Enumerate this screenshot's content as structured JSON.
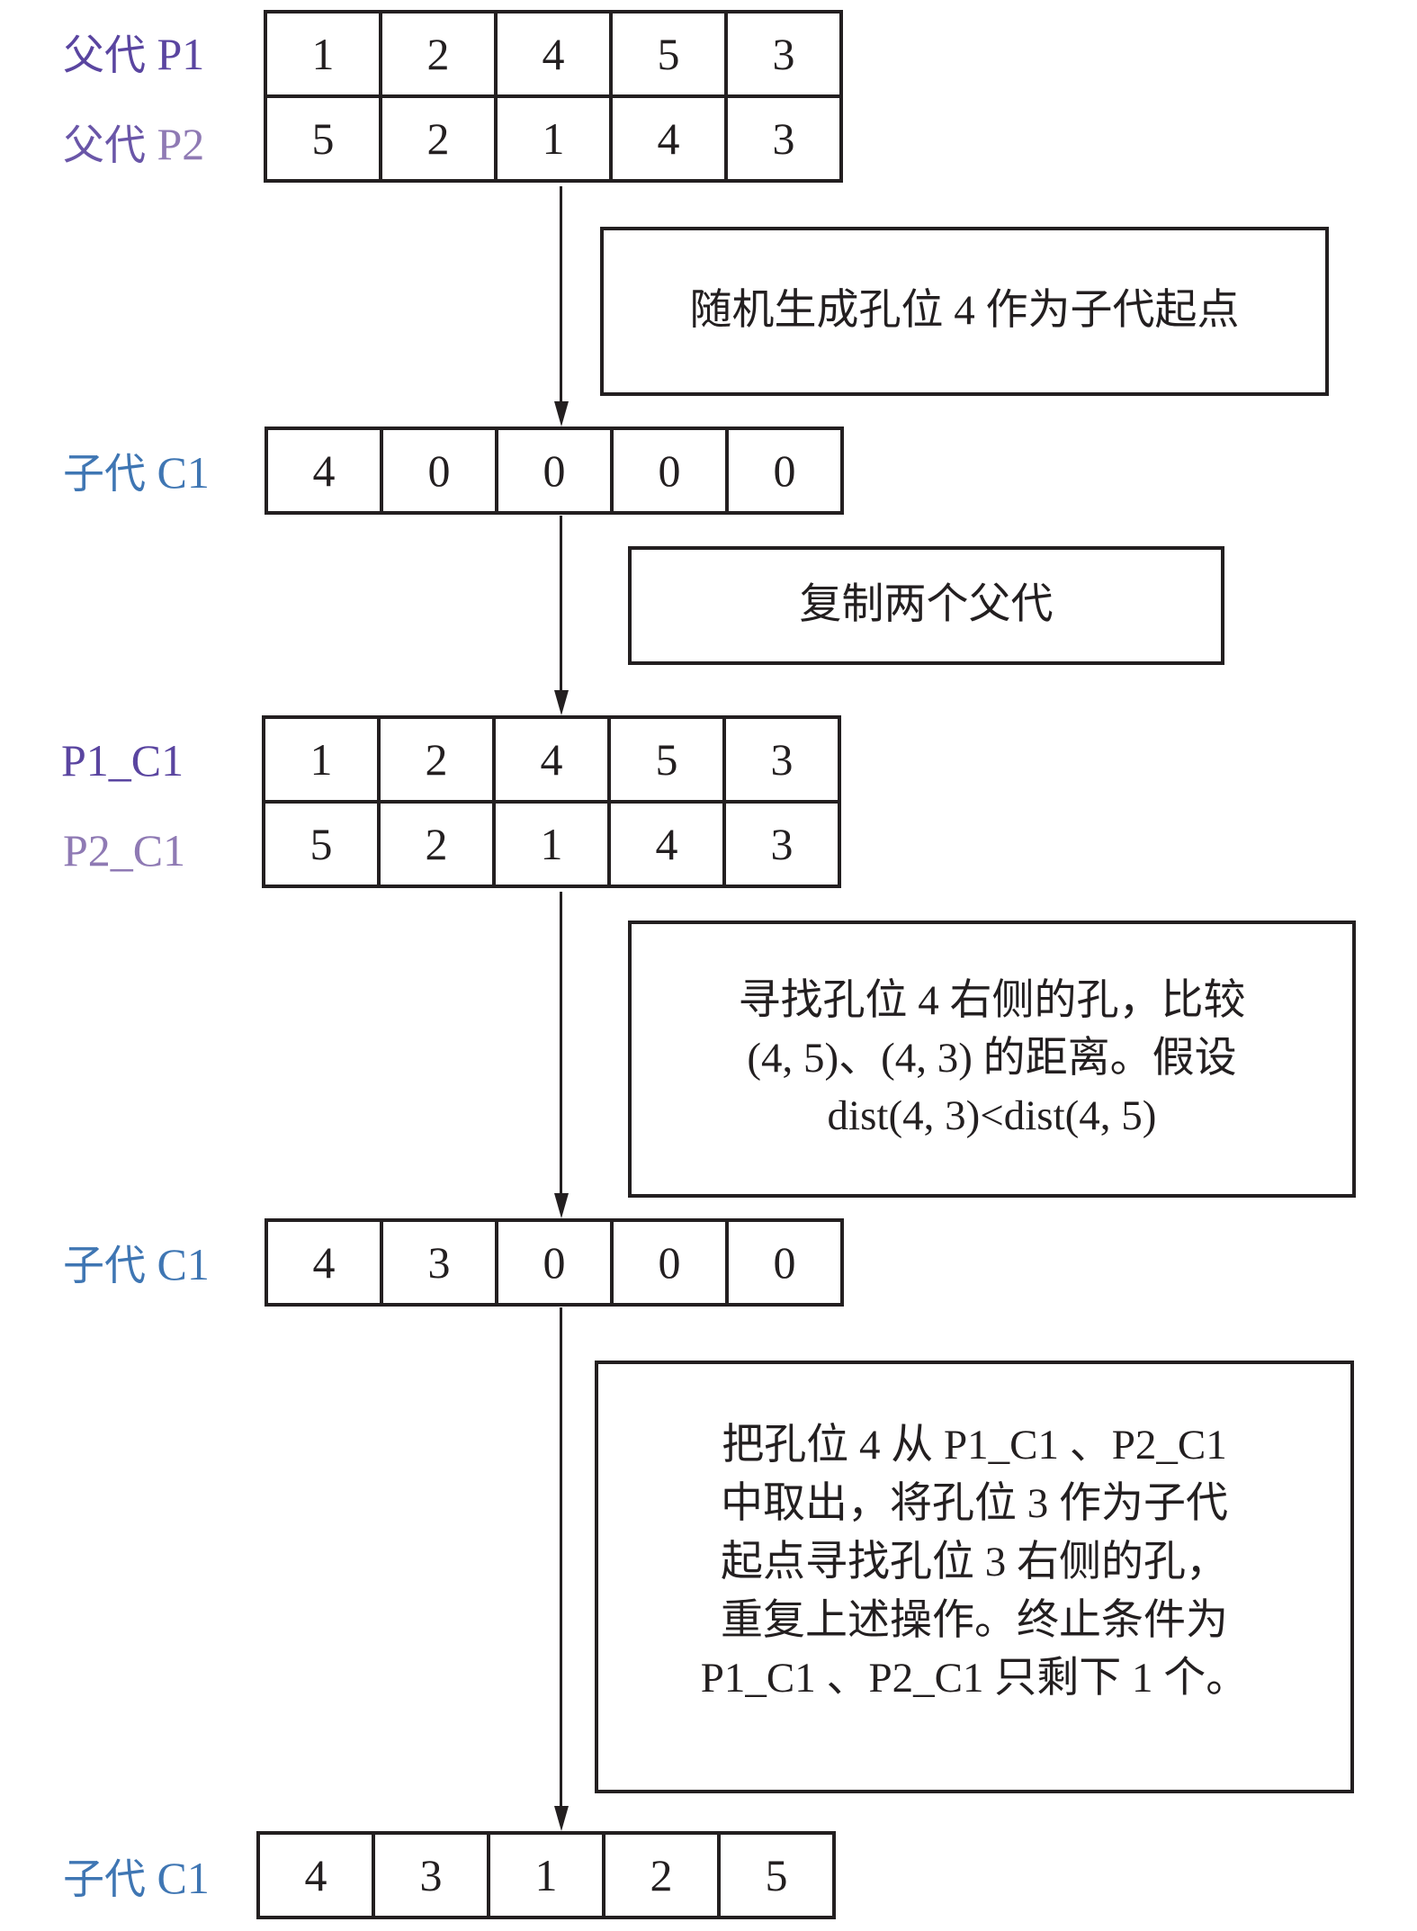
{
  "colors": {
    "parent_p1": "#5a45a0",
    "parent_p2_cjk": "#6a56a8",
    "parent_p2_code": "#8f7ab4",
    "child": "#3f76b3",
    "line": "#231f20"
  },
  "parents": {
    "p1": {
      "label_cjk": "父代",
      "label_code": "P1",
      "values": [
        "1",
        "2",
        "4",
        "5",
        "3"
      ]
    },
    "p2": {
      "label_cjk": "父代",
      "label_code": "P2",
      "values": [
        "5",
        "2",
        "1",
        "4",
        "3"
      ]
    }
  },
  "step1": {
    "note": "随机生成孔位 4 作为子代起点",
    "child": {
      "label_cjk": "子代",
      "label_code": "C1",
      "values": [
        "4",
        "0",
        "0",
        "0",
        "0"
      ]
    }
  },
  "step2": {
    "note": "复制两个父代",
    "copies": {
      "p1c1": {
        "label": "P1_C1",
        "values": [
          "1",
          "2",
          "4",
          "5",
          "3"
        ]
      },
      "p2c1": {
        "label": "P2_C1",
        "values": [
          "5",
          "2",
          "1",
          "4",
          "3"
        ]
      }
    }
  },
  "step3": {
    "note": "寻找孔位 4 右侧的孔，比较\n(4, 5)、(4, 3) 的距离。假设\ndist(4, 3)<dist(4, 5)",
    "child": {
      "label_cjk": "子代",
      "label_code": "C1",
      "values": [
        "4",
        "3",
        "0",
        "0",
        "0"
      ]
    }
  },
  "step4": {
    "note": "把孔位 4 从 P1_C1 、P2_C1\n中取出，将孔位 3 作为子代\n起点寻找孔位 3 右侧的孔，\n重复上述操作。终止条件为\nP1_C1 、P2_C1 只剩下 1 个。",
    "child": {
      "label_cjk": "子代",
      "label_code": "C1",
      "values": [
        "4",
        "3",
        "1",
        "2",
        "5"
      ]
    }
  }
}
